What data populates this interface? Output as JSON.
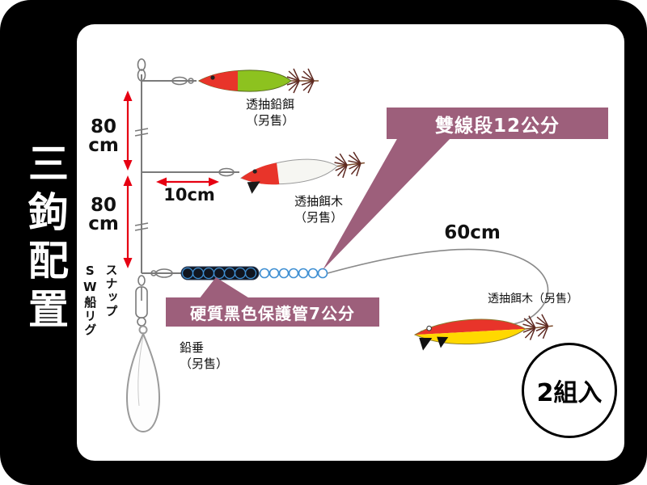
{
  "sidebar": {
    "title": "三鉤配置"
  },
  "banners": {
    "double_line": "雙線段12公分",
    "protect_tube": "硬質黑色保護管7公分"
  },
  "measurements": {
    "seg1_value": "80",
    "seg1_unit": "cm",
    "seg2_value": "80",
    "seg2_unit": "cm",
    "branch_offset": "10cm",
    "trailing_line": "60cm"
  },
  "labels": {
    "top_lure_name": "透抽鉛餌",
    "top_lure_note": "（另售）",
    "mid_lure_name": "透抽餌木",
    "mid_lure_note": "（另售）",
    "right_lure": "透抽餌木（另售）",
    "sinker_name": "鉛垂",
    "sinker_note": "（另售）",
    "snap_line1": "SW船リグ",
    "snap_line2": "スナップ"
  },
  "badge": {
    "text": "2組入"
  },
  "colors": {
    "banner": "#9d5f7b",
    "arrow_red": "#e60012",
    "bead_blue": "#3f8fd2",
    "lure_green": "#8dc21f",
    "lure_red": "#e8342a",
    "lure_yellow": "#ffd800",
    "frame_black": "#000000"
  }
}
